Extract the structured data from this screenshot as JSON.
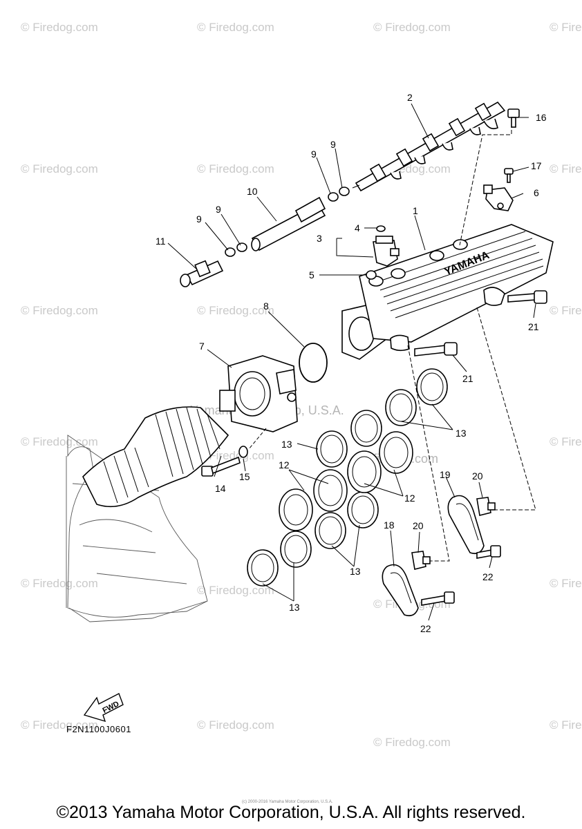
{
  "watermark": {
    "brand": "© Firedog.com",
    "center_text": "Yamaha Motor Corp, U.S.A.",
    "center_text2": "firedog.com"
  },
  "callouts": {
    "c1": "1",
    "c2": "2",
    "c3": "3",
    "c4": "4",
    "c5": "5",
    "c6": "6",
    "c7": "7",
    "c8": "8",
    "c9a": "9",
    "c9b": "9",
    "c9c": "9",
    "c9d": "9",
    "c10": "10",
    "c11": "11",
    "c12a": "12",
    "c12b": "12",
    "c13a": "13",
    "c13b": "13",
    "c13c": "13",
    "c13d": "13",
    "c14": "14",
    "c15": "15",
    "c16": "16",
    "c17": "17",
    "c18": "18",
    "c19": "19",
    "c20a": "20",
    "c20b": "20",
    "c21a": "21",
    "c21b": "21",
    "c22a": "22",
    "c22b": "22"
  },
  "manifold_brand": "YAMAHA",
  "fwd_label": "FWD",
  "diagram_code": "F2N1100J0601",
  "copyright": "©2013 Yamaha Motor Corporation, U.S.A. All rights reserved.",
  "tiny_credit": "(c) 2000-2016 Yamaha Motor Corporation, U.S.A."
}
